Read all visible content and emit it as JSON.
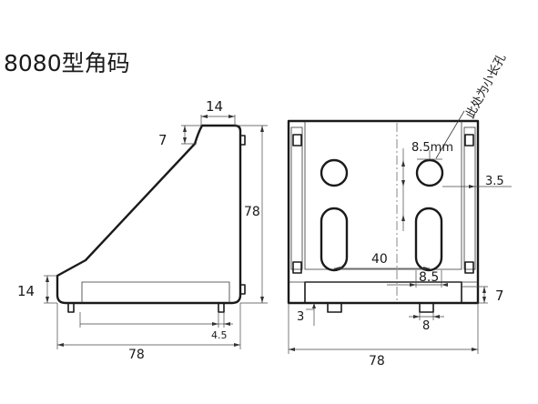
{
  "title": "8080型角码",
  "side_view": {
    "dim_top_width": "14",
    "dim_top_height": "7",
    "dim_height": "78",
    "dim_bottom_height": "14",
    "dim_width": "78",
    "dim_foot": "4.5"
  },
  "front_view": {
    "note": "此处为小长孔",
    "hole_diameter": "8.5mm",
    "dim_edge": "3.5",
    "dim_hole_spacing": "40",
    "dim_slot_width": "8.5",
    "dim_right_height": "7",
    "dim_left_small": "3",
    "dim_tab": "8",
    "dim_width": "78"
  }
}
